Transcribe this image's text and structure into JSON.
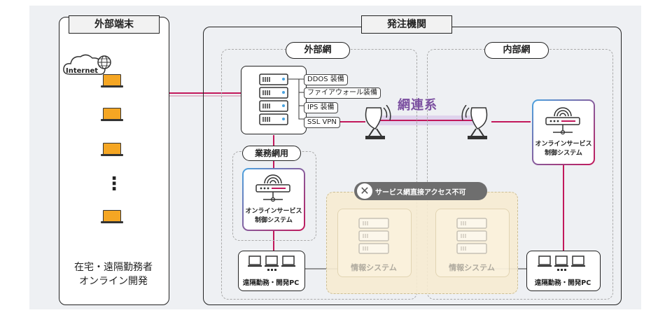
{
  "external": {
    "title": "外部端末",
    "cloud_label": "Internet",
    "vertical_dots": "⋮",
    "caption_line1": "在宅・遠隔勤務者",
    "caption_line2": "オンライン開発"
  },
  "agency": {
    "title": "発注機関",
    "external_net": "外部網",
    "internal_net": "内部網",
    "link_label": "網連系",
    "server_labels": [
      "DDOS 装備",
      "ファイアウォール装備",
      "IPS 装備",
      "SSL VPN"
    ],
    "business_net": "業務網用",
    "online_service_line1": "オンラインサービス",
    "online_service_line2": "制御システム",
    "no_access": "サービス網直接アクセス不可",
    "info_system": "情報システム",
    "remote_pc": "遠隔勤務・開発PC",
    "pc_dots": "■■■"
  },
  "colors": {
    "line_red": "#c2185b",
    "laptop_orange": "#f5a623",
    "link_purple": "#7b4fa0"
  }
}
